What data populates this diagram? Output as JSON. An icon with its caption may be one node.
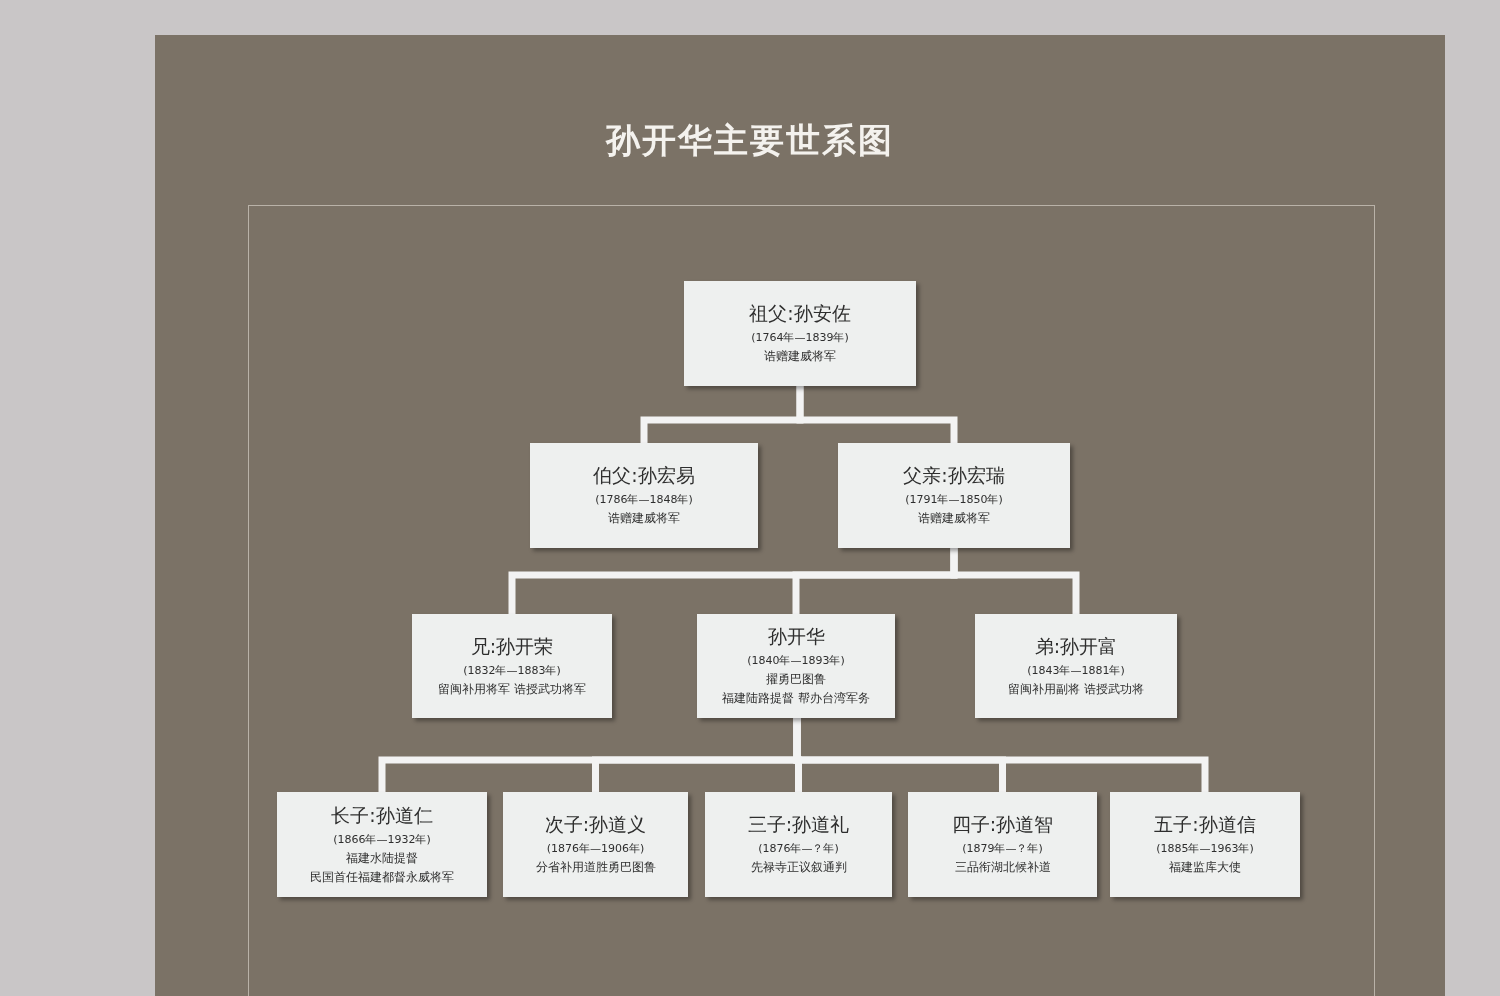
{
  "diagram": {
    "title": "孙开华主要世系图",
    "nodes": [
      {
        "text": [
          "祖父:孙安佐",
          "(1764年—1839年)",
          "诰赠建威将军"
        ]
      },
      {
        "text": [
          "伯父:孙宏易",
          "(1786年—1848年)",
          "诰赠建威将军"
        ]
      },
      {
        "text": [
          "父亲:孙宏瑞",
          "(1791年—1850年)",
          "诰赠建威将军"
        ]
      },
      {
        "text": [
          "兄:孙开荣",
          "(1832年—1883年)",
          "留闽补用将军 诰授武功将军"
        ]
      },
      {
        "text": [
          "孙开华",
          "(1840年—1893年)",
          "擢勇巴图鲁",
          "福建陆路提督 帮办台湾军务"
        ]
      },
      {
        "text": [
          "弟:孙开富",
          "(1843年—1881年)",
          "留闽补用副将 诰授武功将"
        ]
      },
      {
        "text": [
          "长子:孙道仁",
          "(1866年—1932年)",
          "福建水陆提督",
          "民国首任福建都督永威将军"
        ]
      },
      {
        "text": [
          "次子:孙道义",
          "(1876年—1906年)",
          "分省补用道胜勇巴图鲁"
        ]
      },
      {
        "text": [
          "三子:孙道礼",
          "(1876年—？年)",
          "先禄寺正议叙通判"
        ]
      },
      {
        "text": [
          "四子:孙道智",
          "(1879年—？年)",
          "三品衔湖北候补道"
        ]
      },
      {
        "text": [
          "五子:孙道信",
          "(1885年—1963年)",
          "福建监库大使"
        ]
      }
    ],
    "edges": [
      {
        "from": 0,
        "to": 1,
        "arrow": "none"
      },
      {
        "from": 0,
        "to": 2,
        "arrow": "none"
      },
      {
        "from": 2,
        "to": 3,
        "arrow": "none"
      },
      {
        "from": 2,
        "to": 4,
        "arrow": "none"
      },
      {
        "from": 2,
        "to": 5,
        "arrow": "none"
      },
      {
        "from": 4,
        "to": 6,
        "arrow": "none"
      },
      {
        "from": 4,
        "to": 7,
        "arrow": "none"
      },
      {
        "from": 4,
        "to": 8,
        "arrow": "none"
      },
      {
        "from": 4,
        "to": 9,
        "arrow": "none"
      },
      {
        "from": 4,
        "to": 10,
        "arrow": "none"
      }
    ]
  }
}
